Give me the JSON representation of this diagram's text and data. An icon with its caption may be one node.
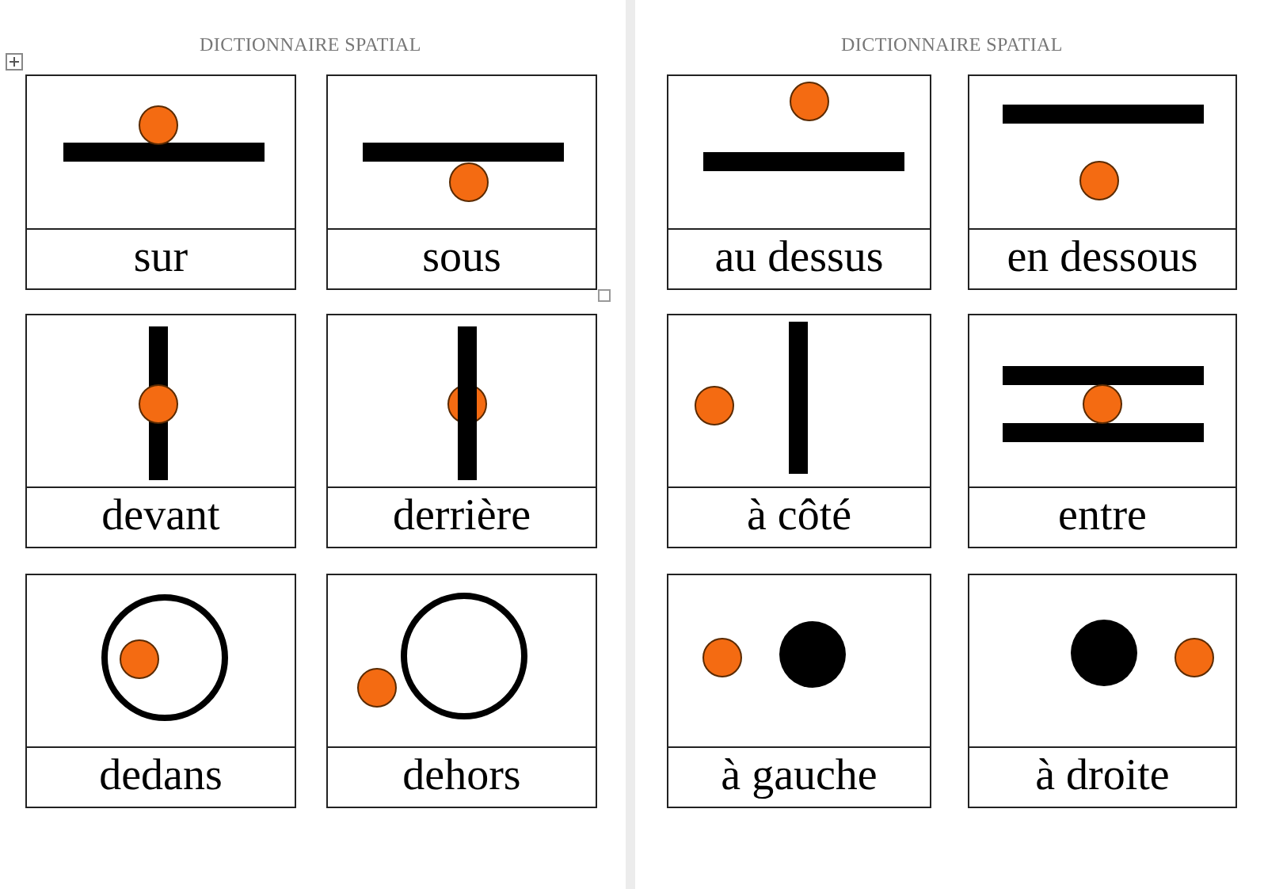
{
  "diagram": {
    "nodes": [
      {
        "text": [
          "sur"
        ]
      },
      {
        "text": [
          "sous"
        ]
      },
      {
        "text": [
          "au dessus"
        ]
      },
      {
        "text": [
          "en dessous"
        ]
      },
      {
        "text": [
          "devant"
        ]
      },
      {
        "text": [
          "derrière"
        ]
      },
      {
        "text": [
          "à côté"
        ]
      },
      {
        "text": [
          "entre"
        ]
      },
      {
        "text": [
          "dedans"
        ]
      },
      {
        "text": [
          "dehors"
        ]
      },
      {
        "text": [
          "à gauche"
        ]
      },
      {
        "text": [
          "à droite"
        ]
      }
    ],
    "labels": [
      "DICTIONNAIRE SPATIAL",
      "DICTIONNAIRE SPATIAL"
    ]
  }
}
